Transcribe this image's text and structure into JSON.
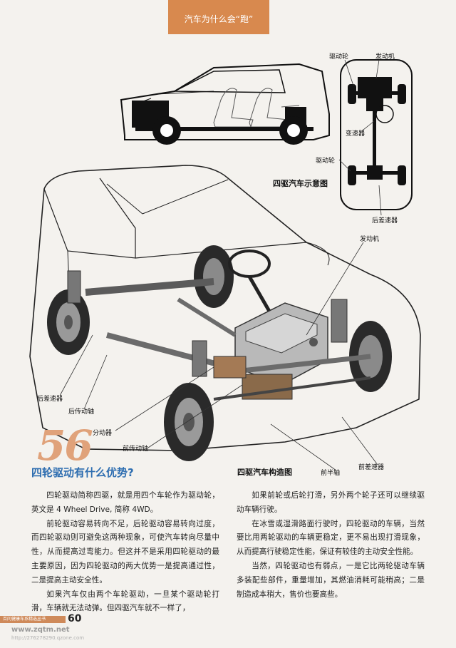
{
  "header": {
    "section_title": "汽车为什么会“跑”"
  },
  "diagram_top": {
    "labels": {
      "drive_wheel": "驱动轮",
      "engine": "发动机",
      "transfer_case": "变速器",
      "drive_wheel_2": "驱动轮",
      "rear_diff": "后差速器"
    },
    "caption": "四驱汽车示意图"
  },
  "diagram_main": {
    "labels": {
      "engine": "发动机",
      "rear_diff": "后差速器",
      "rear_shaft": "后传动轴",
      "transfer": "分动器",
      "front_shaft": "前传动轴",
      "front_halfshaft": "前半轴",
      "front_diff": "前差速器"
    },
    "caption": "四驱汽车构造图"
  },
  "question": {
    "number": "56",
    "title": "四轮驱动有什么优势?"
  },
  "body": {
    "left": [
      "四轮驱动简称四驱，就是用四个车轮作为驱动轮，英文是 4 Wheel Drive, 简称 4WD。",
      "前轮驱动容易转向不足，后轮驱动容易转向过度，而四轮驱动则可避免这两种现象，可使汽车转向尽量中性，从而提高过弯能力。但这并不是采用四轮驱动的最主要原因，因为四轮驱动的两大优势一是提高通过性，二是提高主动安全性。",
      "如果汽车仅由两个车轮驱动，一旦某个驱动轮打滑，车辆就无法动弹。但四驱汽车就不一样了，"
    ],
    "right": [
      "如果前轮或后轮打滑，另外两个轮子还可以继续驱动车辆行驶。",
      "在冰雪或湿滑路面行驶时，四轮驱动的车辆，当然要比用两轮驱动的车辆更稳定，更不易出现打滑现象，从而提高行驶稳定性能，保证有较佳的主动安全性能。",
      "当然，四轮驱动也有弱点，一是它比两轮驱动车辆多装配些部件，重量增加，其燃油消耗可能稍高；二是制造成本稍大，售价也要高些。"
    ]
  },
  "footer": {
    "series": "百问健康车系精选丛书",
    "page": "60",
    "watermark_url": "www.zqtm.net",
    "watermark_sub": "http://276278290.qzone.com"
  }
}
